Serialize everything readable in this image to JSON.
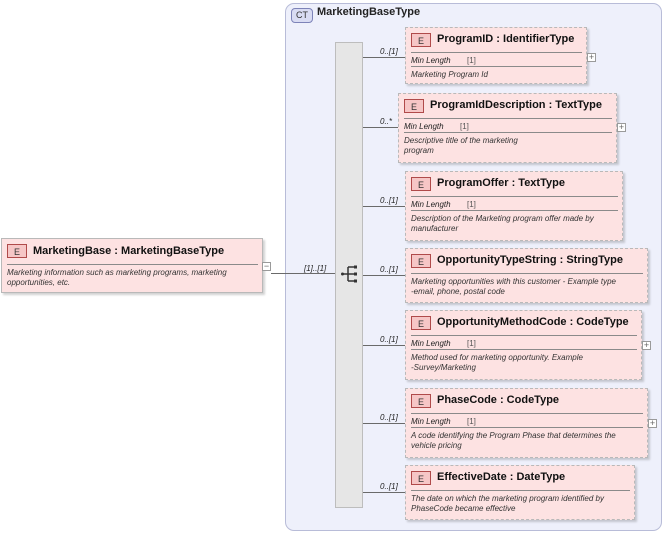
{
  "complex_type": {
    "badge": "CT",
    "name": "MarketingBaseType"
  },
  "root": {
    "badge": "E",
    "title": "MarketingBase : MarketingBaseType",
    "description_lines": [
      "Marketing information such as marketing programs, marketing",
      "opportunities, etc."
    ],
    "multiplicity": "[1]..[1]"
  },
  "elements": [
    {
      "badge": "E",
      "title": "ProgramID : IdentifierType",
      "multiplicity": "0..[1]",
      "min_length_label": "Min Length",
      "min_length_value": "[1]",
      "description_lines": [
        "Marketing Program Id"
      ],
      "expandable": true
    },
    {
      "badge": "E",
      "title": "ProgramIdDescription : TextType",
      "multiplicity": "0..*",
      "min_length_label": "Min Length",
      "min_length_value": "[1]",
      "description_lines": [
        "Descriptive title of the marketing",
        "program"
      ],
      "expandable": true
    },
    {
      "badge": "E",
      "title": "ProgramOffer : TextType",
      "multiplicity": "0..[1]",
      "min_length_label": "Min Length",
      "min_length_value": "[1]",
      "description_lines": [
        "Description of the Marketing program offer made by",
        "manufacturer"
      ],
      "expandable": false
    },
    {
      "badge": "E",
      "title": "OpportunityTypeString : StringType",
      "multiplicity": "0..[1]",
      "min_length_label": "",
      "min_length_value": "",
      "description_lines": [
        "Marketing opportunities with this customer - Example type",
        "-email, phone, postal code"
      ],
      "expandable": false
    },
    {
      "badge": "E",
      "title": "OpportunityMethodCode : CodeType",
      "multiplicity": "0..[1]",
      "min_length_label": "Min Length",
      "min_length_value": "[1]",
      "description_lines": [
        "Method used for marketing opportunity. Example",
        "-Survey/Marketing"
      ],
      "expandable": true
    },
    {
      "badge": "E",
      "title": "PhaseCode : CodeType",
      "multiplicity": "0..[1]",
      "min_length_label": "Min Length",
      "min_length_value": "[1]",
      "description_lines": [
        "A code identifying the Program Phase that determines the",
        "vehicle pricing"
      ],
      "expandable": true
    },
    {
      "badge": "E",
      "title": "EffectiveDate : DateType",
      "multiplicity": "0..[1]",
      "min_length_label": "",
      "min_length_value": "",
      "description_lines": [
        "The date on which the marketing program identified by",
        "PhaseCode became effective"
      ],
      "expandable": false
    }
  ]
}
